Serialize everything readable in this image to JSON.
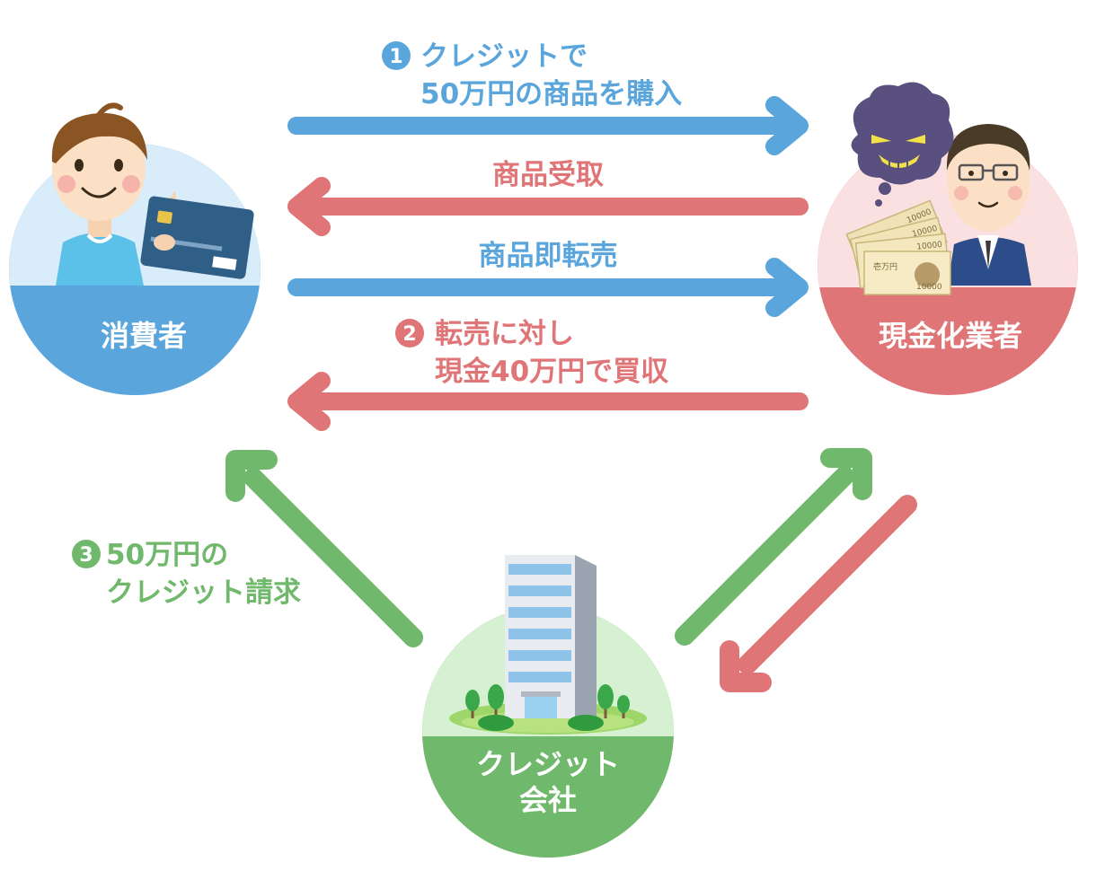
{
  "colors": {
    "blue": "#5aa5dc",
    "blue_light": "#d8ecfa",
    "red": "#e07578",
    "red_light": "#fbe0e2",
    "green": "#70b86b",
    "green_light": "#d6f1d1",
    "white": "#ffffff"
  },
  "nodes": {
    "consumer": {
      "label": "消費者"
    },
    "cashier": {
      "label": "現金化業者"
    },
    "credit_company": {
      "label_line1": "クレジット",
      "label_line2": "会社"
    }
  },
  "steps": {
    "step1": {
      "number": "1",
      "line1": "クレジットで",
      "line2": "50万円の商品を購入"
    },
    "receive": {
      "text": "商品受取"
    },
    "resell": {
      "text": "商品即転売"
    },
    "step2": {
      "number": "2",
      "line1": "転売に対し",
      "line2": "現金40万円で買収"
    },
    "step3": {
      "number": "3",
      "line1": "50万円の",
      "line2": "クレジット請求"
    }
  },
  "bill": {
    "denomination": "10000",
    "face": "壱万円"
  }
}
